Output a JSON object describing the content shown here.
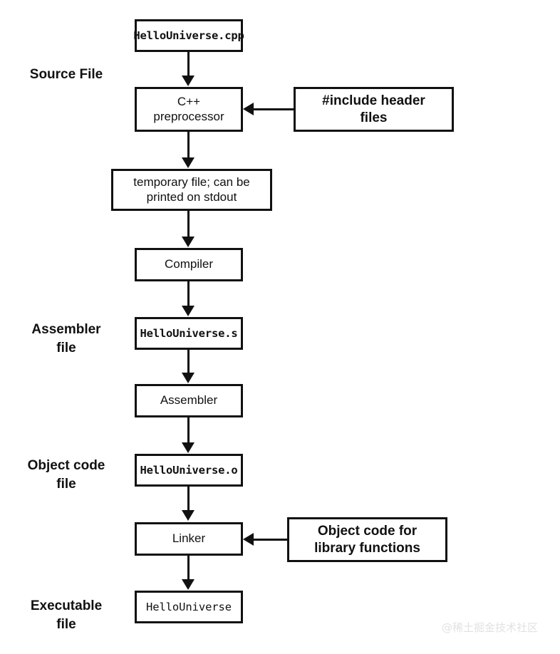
{
  "diagram": {
    "title": "C++ compilation pipeline flowchart",
    "background_color": "#ffffff",
    "stroke_color": "#111111"
  },
  "stage_labels": [
    {
      "id": "source-file",
      "text": "Source File"
    },
    {
      "id": "assembler-file",
      "text": "Assembler\nfile"
    },
    {
      "id": "object-code-file",
      "text": "Object code\nfile"
    },
    {
      "id": "executable-file",
      "text": "Executable\nfile"
    }
  ],
  "nodes": [
    {
      "id": "source",
      "text": "HelloUniverse.cpp"
    },
    {
      "id": "preprocessor",
      "text": "C++\npreprocessor"
    },
    {
      "id": "include",
      "text": "#include header\nfiles"
    },
    {
      "id": "temporary",
      "text": "temporary file; can be\nprinted on stdout"
    },
    {
      "id": "compiler",
      "text": "Compiler"
    },
    {
      "id": "assembly",
      "text": "HelloUniverse.s"
    },
    {
      "id": "assembler",
      "text": "Assembler"
    },
    {
      "id": "object",
      "text": "HelloUniverse.o"
    },
    {
      "id": "linker",
      "text": "Linker"
    },
    {
      "id": "library",
      "text": "Object code for\nlibrary functions"
    },
    {
      "id": "executable",
      "text": "HelloUniverse"
    }
  ],
  "watermark": {
    "text": "@稀土掘金技术社区",
    "color": "#e2e2e2"
  }
}
